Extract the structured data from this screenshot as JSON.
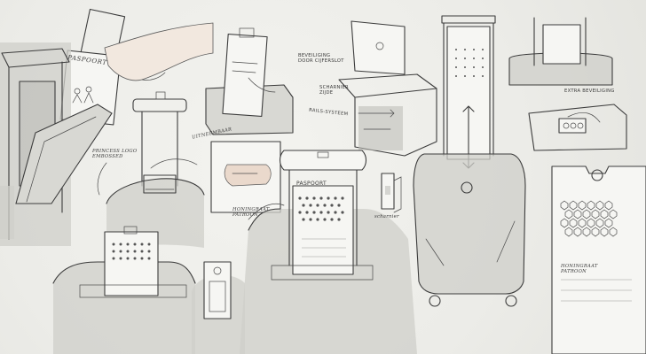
{
  "sketch": {
    "annotations": {
      "passport_card": "PASPOORT",
      "princess_logo": "PRINCESS LOGO\nEMBOSSED",
      "uitneembaar": "UITNEEMBAAR",
      "beveiliging": "BEVEILIGING\nDOOR CIJFERSLOT",
      "scharnier": "SCHARNIER\nZIJDE",
      "rails": "RAILS-SYSTEEM",
      "honingraat_mid": "HONINGRAAT\nPATROON",
      "passport_holder": "PASPOORT",
      "extra_beveiliging": "EXTRA BEVEILIGING",
      "honingraat_right": "HONINGRAAT\nPATROON",
      "hinge_small": "scharnier"
    }
  }
}
